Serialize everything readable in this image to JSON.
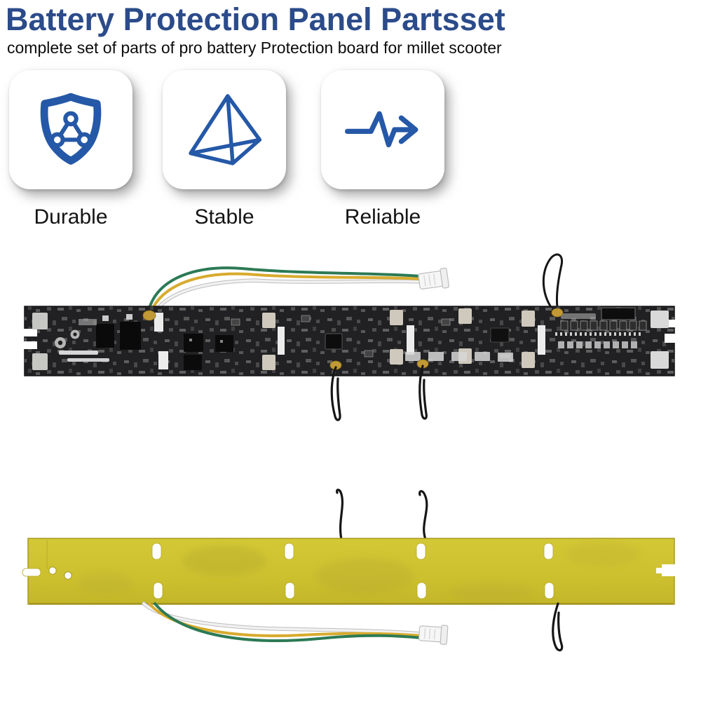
{
  "header": {
    "title": "Battery Protection Panel Partsset",
    "subtitle": "complete set of parts of pro battery Protection board for millet scooter"
  },
  "features": [
    {
      "label": "Durable",
      "icon": "shield-network-icon"
    },
    {
      "label": "Stable",
      "icon": "tetrahedron-icon"
    },
    {
      "label": "Reliable",
      "icon": "pulse-arrow-icon"
    }
  ],
  "photos": {
    "front_board": {
      "name": "bms-protection-board-front",
      "board_color": "#212123",
      "wire_colors": [
        "green",
        "yellow",
        "white",
        "black"
      ],
      "connector": "3-pin white JST plug"
    },
    "back_board": {
      "name": "bms-protection-board-back",
      "board_color": "#d0c334",
      "wire_colors": [
        "green",
        "yellow",
        "white",
        "black"
      ],
      "connector": "3-pin white JST plug"
    }
  },
  "colors": {
    "title_blue": "#2b4b8a",
    "icon_blue": "#2558a7",
    "text_black": "#141414",
    "pcb_black": "#212123",
    "pcb_yellow": "#d0c334"
  }
}
